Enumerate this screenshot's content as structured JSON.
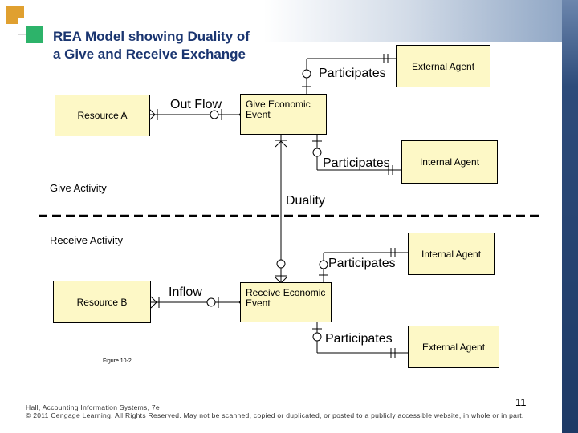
{
  "title_line1": "REA Model showing Duality of",
  "title_line2": "a Give and Receive  Exchange",
  "entities": {
    "resource_a": "Resource A",
    "resource_b": "Resource B",
    "give_event_line1": "Give Economic",
    "give_event_line2": "Event",
    "receive_event_line1": "Receive Economic",
    "receive_event_line2": "Event",
    "external_agent_top": "External Agent",
    "internal_agent_top": "Internal Agent",
    "internal_agent_bottom": "Internal Agent",
    "external_agent_bottom": "External Agent"
  },
  "relationships": {
    "participates_1": "Participates",
    "participates_2": "Participates",
    "participates_3": "Participates",
    "participates_4": "Participates",
    "out_flow": "Out Flow",
    "inflow": "Inflow",
    "duality": "Duality"
  },
  "activities": {
    "give": "Give Activity",
    "receive": "Receive Activity"
  },
  "figure_label": "Figure 10-2",
  "footer_line1": "Hall, Accounting Information Systems, 7e",
  "footer_line2": "© 2011 Cengage Learning. All Rights Reserved. May not be scanned, copied or duplicated, or posted to a publicly accessible website, in whole or in part.",
  "page_number": "11",
  "colors": {
    "entity_fill": "#fdf8c6",
    "title": "#1a3570",
    "deco_orange": "#e0a030",
    "deco_green": "#2db36a",
    "sidebar_blue": "#1e3a66"
  }
}
